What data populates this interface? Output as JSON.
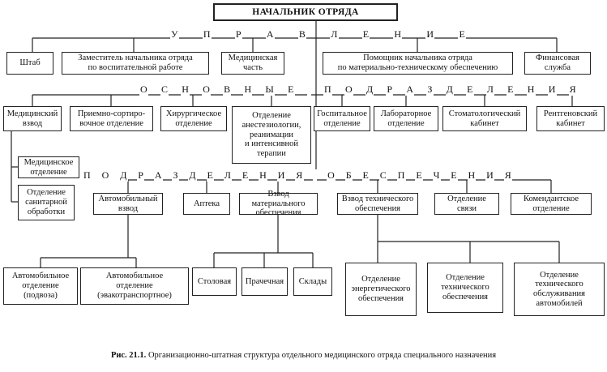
{
  "head": "НАЧАЛЬНИК ОТРЯДА",
  "sections": {
    "management": "УПРАВЛЕНИЕ",
    "main": "ОСНОВНЫЕ ПОДРАЗДЕЛЕНИЯ",
    "support": "ПОДРАЗДЕЛЕНИЯ ОБЕСПЕЧЕНИЯ"
  },
  "management_units": [
    "Штаб",
    "Заместитель начальника отряда\nпо воспитательной работе",
    "Медицинская\nчасть",
    "Помощник начальника отряда\nпо материально-техническому обеспечению",
    "Финансовая\nслужба"
  ],
  "main_units": [
    "Медицинский\nвзвод",
    "Приемно-сортиро-\nвочное отделение",
    "Хирургическое\nотделение",
    "Отделение\nанестезиологии,\nреанимации\nи интенсивной\nтерапии",
    "Госпитальное\nотделение",
    "Лабораторное\nотделение",
    "Стоматологический\nкабинет",
    "Рентгеновский\nкабинет"
  ],
  "platoon_sub_units": [
    "Медицинское\nотделение",
    "Отделение\nсанитарной\nобработки"
  ],
  "support_units": [
    "Автомобильный\nвзвод",
    "Аптека",
    "Взвод материального\nобеспечения",
    "Взвод технического\nобеспечения",
    "Отделение\nсвязи",
    "Комендантское\nотделение"
  ],
  "auto_sub_units": [
    "Автомобильное\nотделение\n(подвоза)",
    "Автомобильное\nотделение\n(эвакотранспортное)"
  ],
  "material_sub_units": [
    "Столовая",
    "Прачечная",
    "Склады"
  ],
  "tech_sub_units": [
    "Отделение\nэнергетического\nобеспечения",
    "Отделение\nтехнического\nобеспечения",
    "Отделение\nтехнического\nобслуживания\nавтомобилей"
  ],
  "caption": {
    "label": "Рис. 21.1.",
    "text": "Организационно-штатная структура отдельного медицинского отряда специального назначения"
  }
}
